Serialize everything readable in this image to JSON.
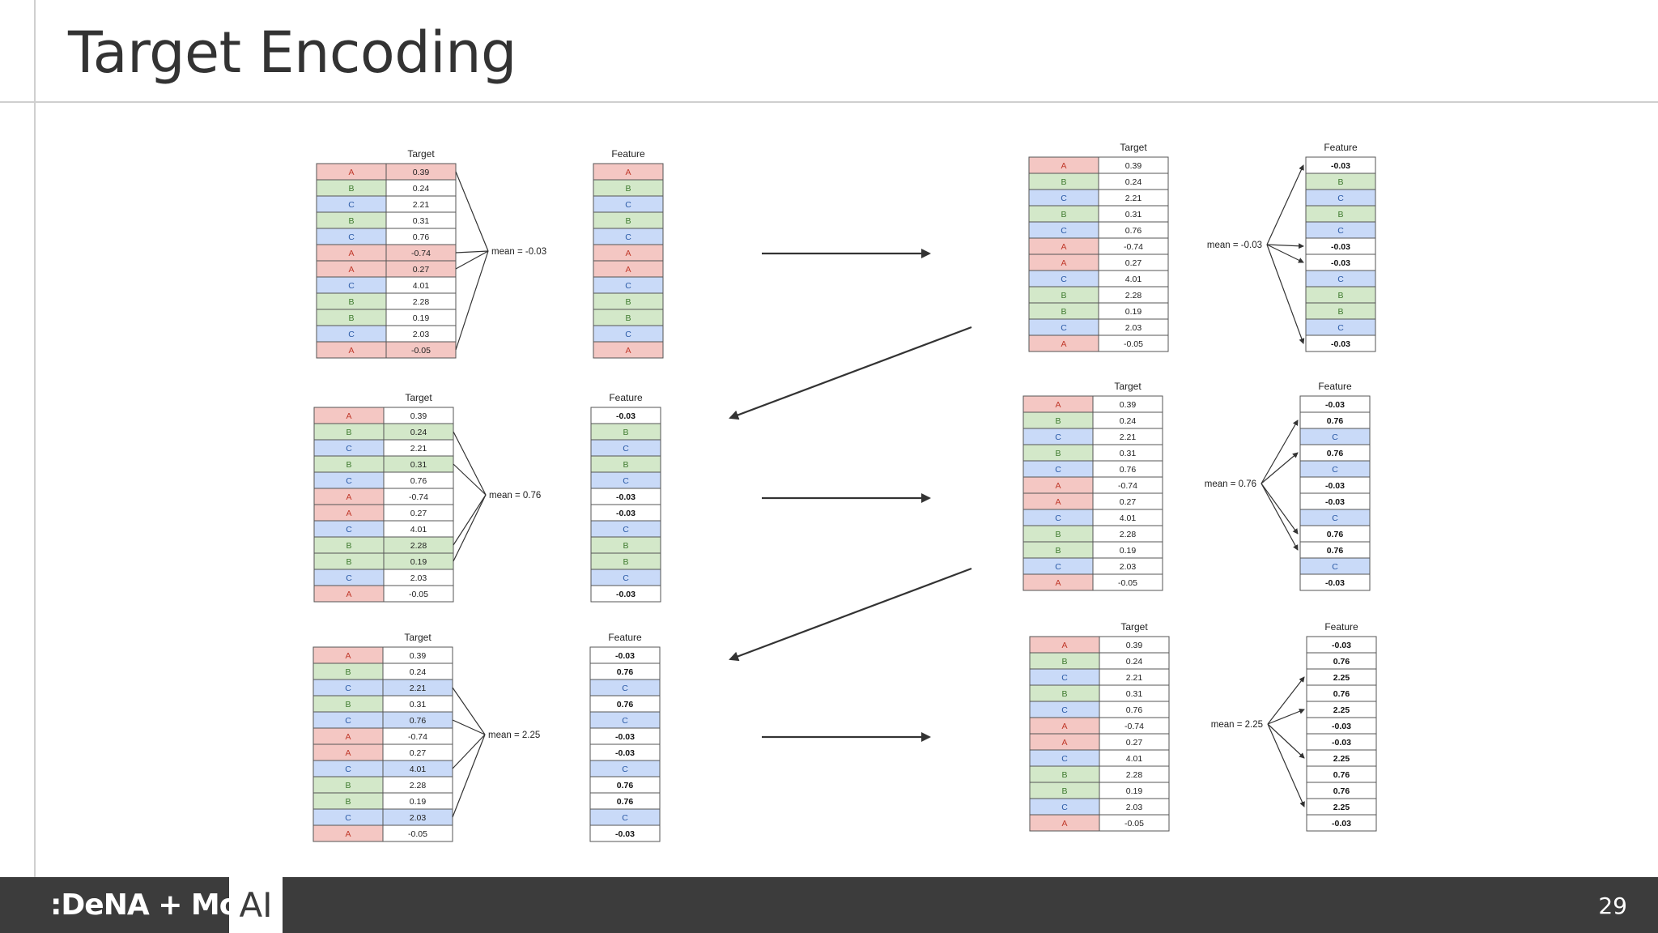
{
  "slide": {
    "title": "Target Encoding",
    "logo_text": ":DeNA + MoT",
    "ai_label": "AI",
    "page_number": "29"
  },
  "diagram": {
    "target_header": "Target",
    "feature_header": "Feature",
    "categories": [
      "A",
      "B",
      "C",
      "B",
      "C",
      "A",
      "A",
      "C",
      "B",
      "B",
      "C",
      "A"
    ],
    "targets": [
      "0.39",
      "0.24",
      "2.21",
      "0.31",
      "0.76",
      "-0.74",
      "0.27",
      "4.01",
      "2.28",
      "0.19",
      "2.03",
      "-0.05"
    ],
    "category_colors": {
      "A": "#f4c7c3",
      "B": "#d3e8c9",
      "C": "#c9daf8"
    },
    "category_text_colors": {
      "A": "#c0392b",
      "B": "#3d7a2e",
      "C": "#2b5aa6"
    },
    "steps": [
      {
        "category": "A",
        "mean_label": "mean = -0.03",
        "value": "-0.03"
      },
      {
        "category": "B",
        "mean_label": "mean = 0.76",
        "value": "0.76"
      },
      {
        "category": "C",
        "mean_label": "mean = 2.25",
        "value": "2.25"
      }
    ]
  }
}
